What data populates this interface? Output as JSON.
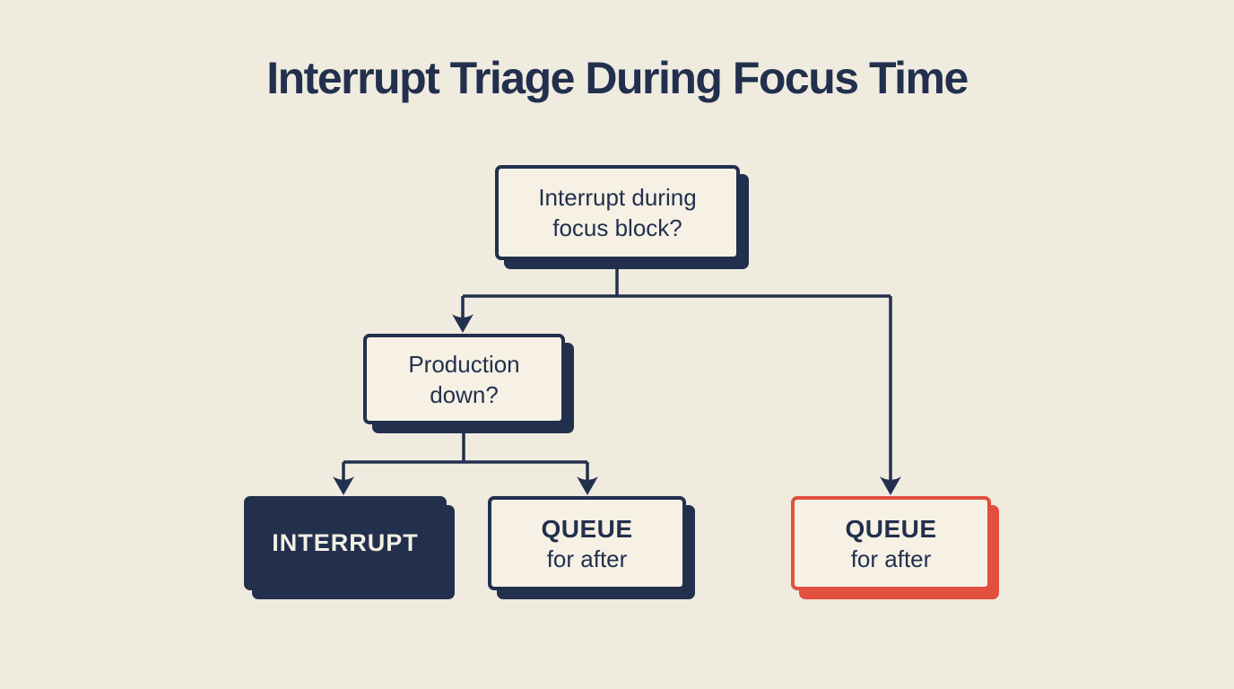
{
  "title": "Interrupt Triage During Focus Time",
  "colors": {
    "background": "#f0ebdf",
    "ink": "#22304e",
    "box_fill": "#f6f1e4",
    "inverse_text": "#f3efe2",
    "accent_red": "#e2503f"
  },
  "nodes": {
    "root": {
      "line1": "Interrupt during",
      "line2": "focus block?"
    },
    "production": {
      "line1": "Production",
      "line2": "down?"
    },
    "interrupt": {
      "label": "INTERRUPT"
    },
    "queue_mid": {
      "title": "QUEUE",
      "subtitle": "for after"
    },
    "queue_right": {
      "title": "QUEUE",
      "subtitle": "for after"
    }
  }
}
